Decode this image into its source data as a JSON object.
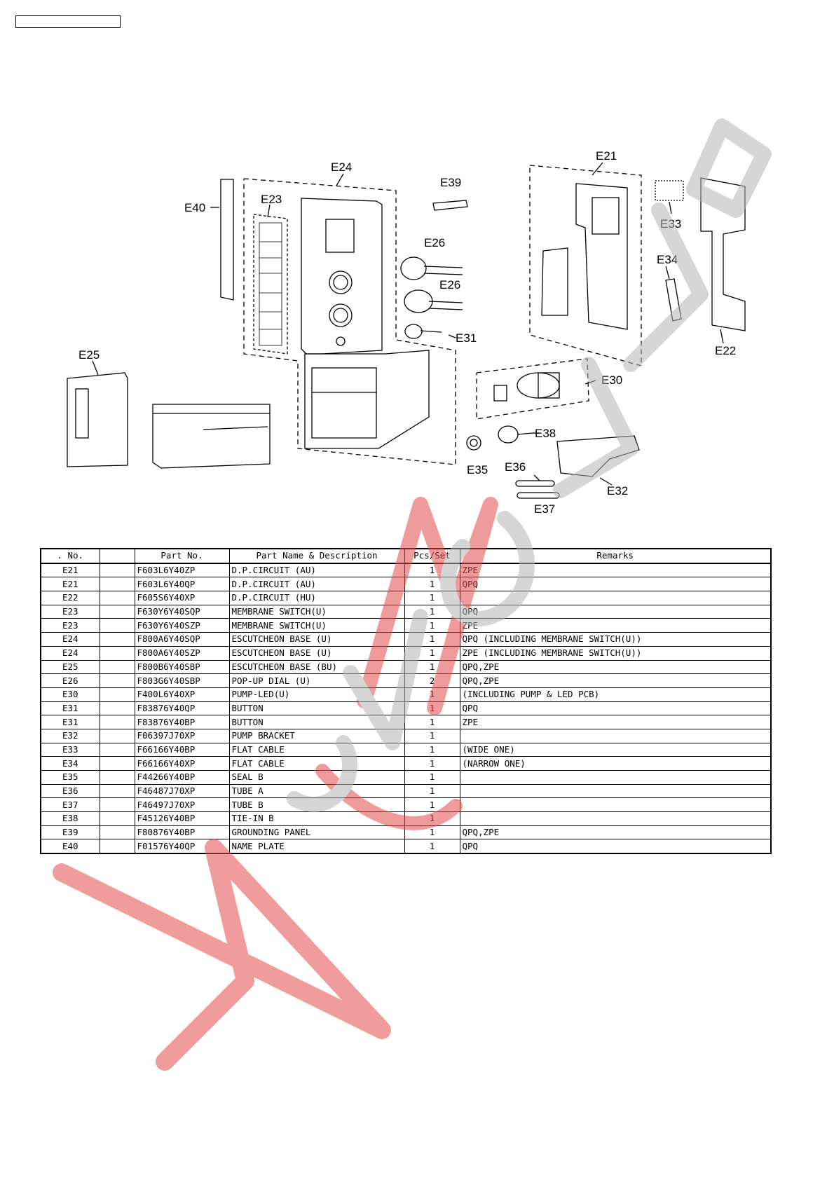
{
  "diagram": {
    "labels": [
      "E24",
      "E39",
      "E21",
      "E40",
      "E23",
      "E26",
      "E26",
      "E31",
      "E33",
      "E34",
      "E22",
      "E25",
      "E30",
      "E38",
      "E35",
      "E36",
      "E32",
      "E37"
    ]
  },
  "table": {
    "headers": [
      ". No.",
      "",
      "Part No.",
      "Part Name & Description",
      "Pcs/Set",
      "Remarks"
    ],
    "rows": [
      [
        "E21",
        "",
        "F603L6Y40ZP",
        "D.P.CIRCUIT (AU)",
        "1",
        "ZPE"
      ],
      [
        "E21",
        "",
        "F603L6Y40QP",
        "D.P.CIRCUIT (AU)",
        "1",
        "QPQ"
      ],
      [
        "E22",
        "",
        "F605S6Y40XP",
        "D.P.CIRCUIT (HU)",
        "1",
        ""
      ],
      [
        "E23",
        "",
        "F630Y6Y40SQP",
        "MEMBRANE SWITCH(U)",
        "1",
        "QPQ"
      ],
      [
        "E23",
        "",
        "F630Y6Y40SZP",
        "MEMBRANE SWITCH(U)",
        "1",
        "ZPE"
      ],
      [
        "E24",
        "",
        "F800A6Y40SQP",
        "ESCUTCHEON BASE (U)",
        "1",
        "QPQ (INCLUDING MEMBRANE SWITCH(U))"
      ],
      [
        "E24",
        "",
        "F800A6Y40SZP",
        "ESCUTCHEON BASE (U)",
        "1",
        "ZPE (INCLUDING MEMBRANE SWITCH(U))"
      ],
      [
        "E25",
        "",
        "F800B6Y40SBP",
        "ESCUTCHEON BASE (BU)",
        "1",
        "QPQ,ZPE"
      ],
      [
        "E26",
        "",
        "F803G6Y40SBP",
        "POP-UP DIAL (U)",
        "2",
        "QPQ,ZPE"
      ],
      [
        "E30",
        "",
        "F400L6Y40XP",
        "PUMP-LED(U)",
        "1",
        "(INCLUDING PUMP & LED PCB)"
      ],
      [
        "E31",
        "",
        "F83876Y40QP",
        "BUTTON",
        "1",
        "QPQ"
      ],
      [
        "E31",
        "",
        "F83876Y40BP",
        "BUTTON",
        "1",
        "ZPE"
      ],
      [
        "E32",
        "",
        "F06397J70XP",
        "PUMP BRACKET",
        "1",
        ""
      ],
      [
        "E33",
        "",
        "F66166Y40BP",
        "FLAT CABLE",
        "1",
        "(WIDE ONE)"
      ],
      [
        "E34",
        "",
        "F66166Y40XP",
        "FLAT CABLE",
        "1",
        "(NARROW ONE)"
      ],
      [
        "E35",
        "",
        "F44266Y40BP",
        "SEAL B",
        "1",
        ""
      ],
      [
        "E36",
        "",
        "F46487J70XP",
        "TUBE A",
        "1",
        ""
      ],
      [
        "E37",
        "",
        "F46497J70XP",
        "TUBE B",
        "1",
        ""
      ],
      [
        "E38",
        "",
        "F45126Y40BP",
        "TIE-IN B",
        "1",
        ""
      ],
      [
        "E39",
        "",
        "F80876Y40BP",
        "GROUNDING PANEL",
        "1",
        "QPQ,ZPE"
      ],
      [
        "E40",
        "",
        "F01576Y40QP",
        "NAME PLATE",
        "1",
        "QPQ"
      ]
    ]
  },
  "colors": {
    "watermark_red": "#e34b4b",
    "watermark_gray": "#b5b5b5"
  }
}
